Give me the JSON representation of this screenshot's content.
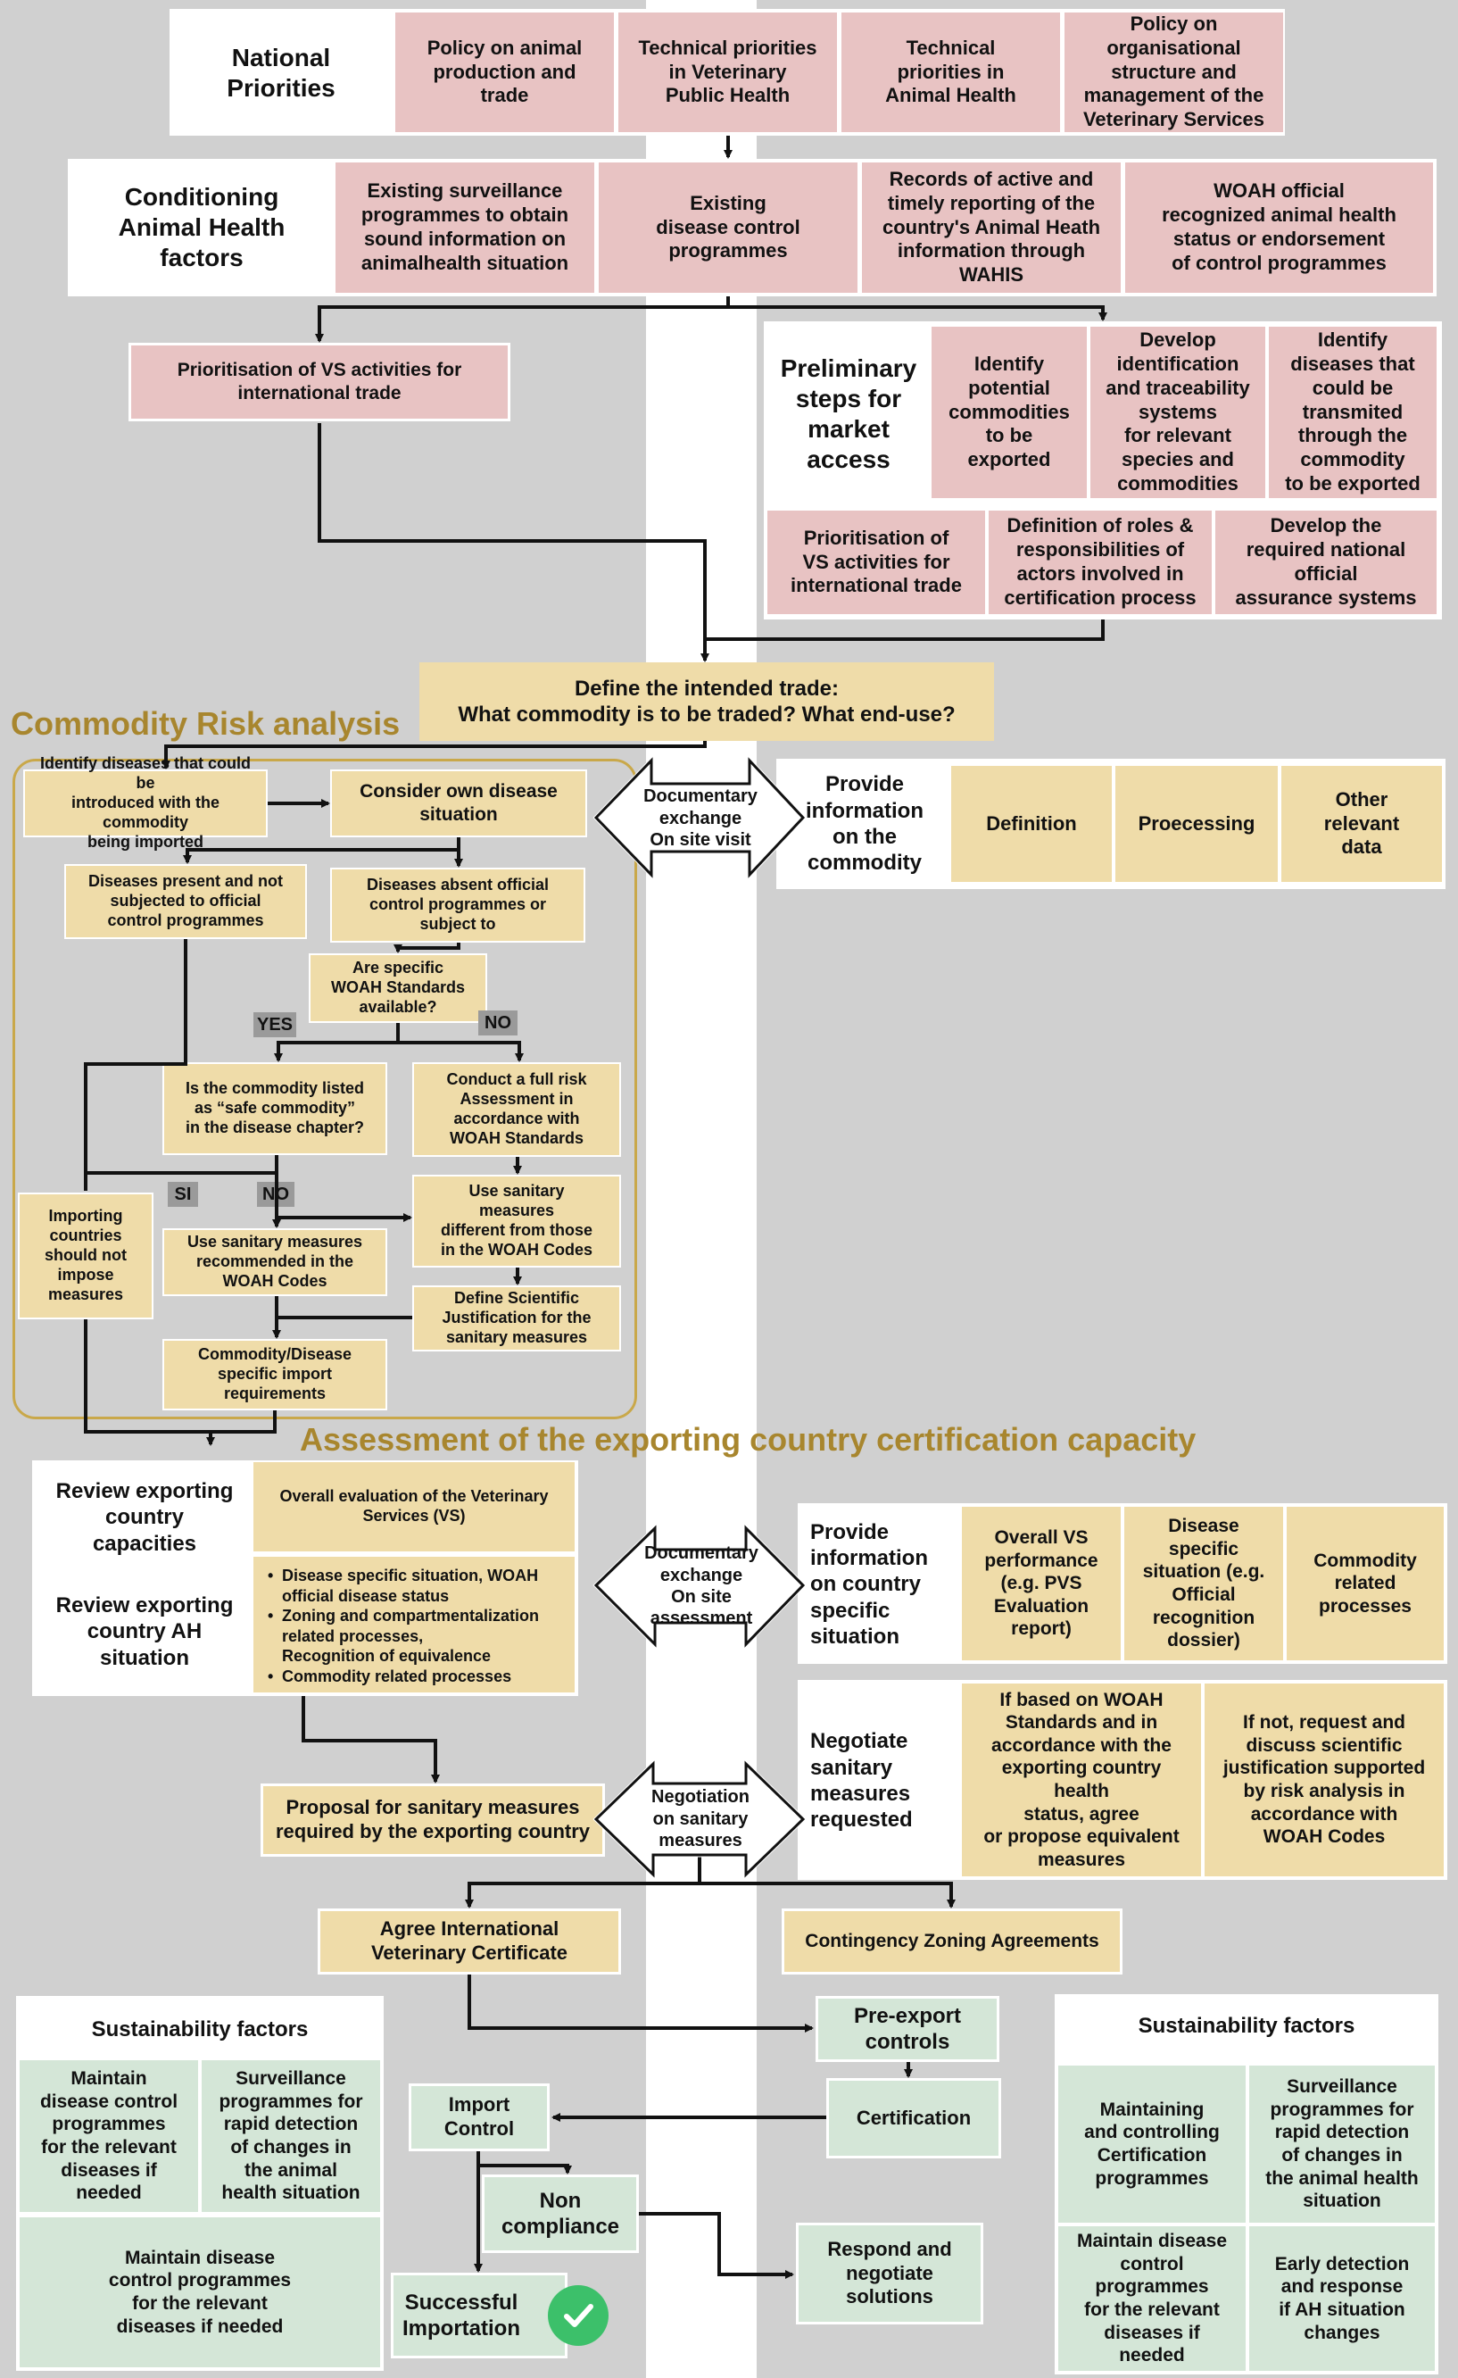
{
  "national": {
    "header": "National\nPriorities",
    "items": [
      "Policy on animal\nproduction and\ntrade",
      "Technical priorities\nin Veterinary\nPublic Health",
      "Technical\npriorities in\nAnimal Health",
      "Policy on\norganisational\nstructure and\nmanagement of the\nVeterinary Services"
    ]
  },
  "conditioning": {
    "header": "Conditioning\nAnimal Health\nfactors",
    "items": [
      "Existing surveillance\nprogrammes to obtain\nsound information on\nanimalhealth situation",
      "Existing\ndisease control\nprogrammes",
      "Records of active and\ntimely reporting of the\ncountry's Animal Heath\ninformation through\nWAHIS",
      "WOAH official\nrecognized animal health\nstatus or endorsement\nof control programmes"
    ]
  },
  "prioritisation_left": "Prioritisation of VS activities for\ninternational trade",
  "preliminary": {
    "header": "Preliminary\nsteps for\nmarket\naccess",
    "row1": [
      "Identify\npotential\ncommodities\nto be\nexported",
      "Develop\nidentification\nand traceability\nsystems\nfor relevant\nspecies and\ncommodities",
      "Identify\ndiseases that\ncould be\ntransmited\nthrough the\ncommodity\nto be exported"
    ],
    "row2": [
      "Prioritisation of\nVS activities for\ninternational trade",
      "Definition of roles &\nresponsibilities of\nactors involved in\ncertification process",
      "Develop the\nrequired national\nofficial\nassurance systems"
    ]
  },
  "define_trade": "Define the intended trade:\nWhat commodity is to be traded? What end-use?",
  "commodity_risk": {
    "title": "Commodity Risk analysis",
    "identify": "Identify diseases that could be\nintroduced with the commodity\nbeing imported",
    "consider": "Consider own disease\nsituation",
    "present": "Diseases present and not\nsubjected to official\ncontrol programmes",
    "absent": "Diseases absent official\ncontrol programmes or\nsubject to",
    "standards_q": "Are specific\nWOAH Standards\navailable?",
    "yes": "YES",
    "no": "NO",
    "safe_q": "Is the commodity listed\nas “safe commodity”\nin the disease chapter?",
    "full_risk": "Conduct a full risk\nAssessment in\naccordance with\nWOAH Standards",
    "si": "SI",
    "no2": "NO",
    "importing": "Importing\ncountries\nshould not\nimpose\nmeasures",
    "use_recommended": "Use sanitary measures\nrecommended in the\nWOAH Codes",
    "use_different": "Use sanitary\nmeasures\ndifferent from those\nin the WOAH Codes",
    "define_justification": "Define Scientific\nJustification for the\nsanitary measures",
    "import_requirements": "Commodity/Disease\nspecific import\nrequirements"
  },
  "doc_exchange_1": "Documentary\nexchange\nOn site visit",
  "provide_commodity": {
    "header": "Provide\ninformation\non the\ncommodity",
    "items": [
      "Definition",
      "Proecessing",
      "Other\nrelevant\ndata"
    ]
  },
  "assessment": {
    "title": "Assessment of the exporting country certification capacity",
    "review_capacities": "Review exporting\ncountry\ncapacities",
    "overall_eval": "Overall evaluation of the Veterinary\nServices (VS)",
    "review_ah": "Review exporting\ncountry AH\nsituation",
    "bullets": [
      "Disease specific situation, WOAH\nofficial disease status",
      "Zoning and compartmentalization\nrelated processes,\nRecognition of equivalence",
      "Commodity related processes"
    ]
  },
  "doc_exchange_2": "Documentary\nexchange\nOn site\nassessment",
  "provide_country": {
    "header": "Provide\ninformation\non country\nspecific\nsituation",
    "items": [
      "Overall VS\nperformance\n(e.g. PVS\nEvaluation\nreport)",
      "Disease\nspecific\nsituation (e.g.\nOfficial\nrecognition\ndossier)",
      "Commodity\nrelated\nprocesses"
    ]
  },
  "proposal": "Proposal for sanitary measures\nrequired by the exporting country",
  "negotiation": "Negotiation\non sanitary\nmeasures",
  "negotiate": {
    "header": "Negotiate\nsanitary\nmeasures\nrequested",
    "items": [
      "If based on WOAH\nStandards and in\naccordance with the\nexporting country\nhealth\nstatus, agree\nor propose equivalent\nmeasures",
      "If not, request and\ndiscuss scientific\njustification supported\nby risk analysis in\naccordance with\nWOAH Codes"
    ]
  },
  "agree_certificate": "Agree International\nVeterinary Certificate",
  "contingency": "Contingency Zoning Agreements",
  "sustainability_left": {
    "title": "Sustainability factors",
    "a": "Maintain\ndisease control\nprogrammes\nfor the relevant\ndiseases if\nneeded",
    "b": "Surveillance\nprogrammes for\nrapid detection\nof changes in\nthe animal\nhealth situation",
    "c": "Maintain disease\ncontrol programmes\nfor the relevant\ndiseases if needed"
  },
  "pre_export": "Pre-export\ncontrols",
  "certification": "Certification",
  "import_control": "Import\nControl",
  "non_compliance": "Non\ncompliance",
  "successful": "Successful\nImportation",
  "respond": "Respond and\nnegotiate\nsolutions",
  "sustainability_right": {
    "title": "Sustainability factors",
    "a": "Maintaining\nand controlling\nCertification\nprogrammes",
    "b": "Surveillance\nprogrammes for\nrapid detection\nof changes in\nthe animal health\nsituation",
    "c": "Maintain disease\ncontrol\nprogrammes\nfor the relevant\ndiseases if\nneeded",
    "d": "Early detection\nand response\nif AH situation\nchanges"
  },
  "colors": {
    "pink": "#e8c3c3",
    "tan": "#efdca9",
    "green": "#d4e6d7",
    "gold": "#a8862e",
    "check": "#3cc06a"
  }
}
